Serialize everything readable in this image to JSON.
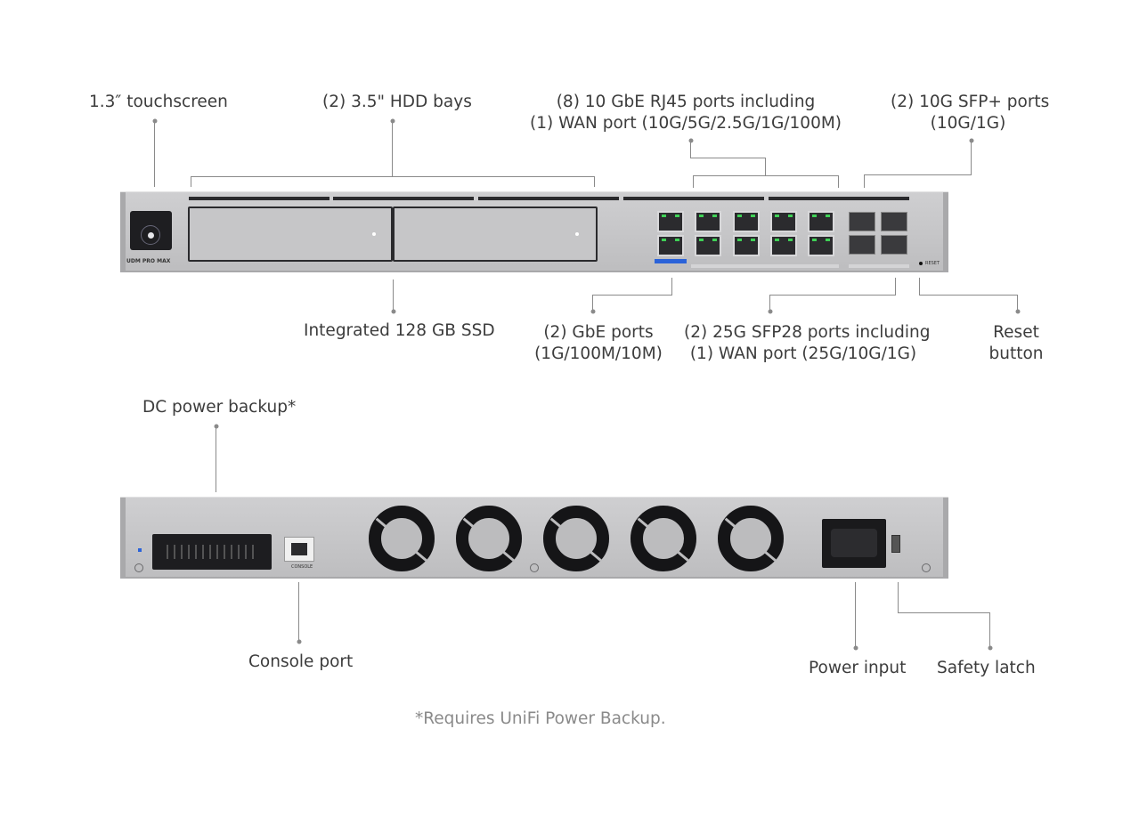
{
  "front_labels": {
    "touchscreen": "1.3″ touchscreen",
    "hdd_bays": "(2) 3.5\" HDD bays",
    "rj45_line1": "(8) 10 GbE RJ45 ports including",
    "rj45_line2": "(1) WAN port (10G/5G/2.5G/1G/100M)",
    "sfp_plus_line1": "(2) 10G SFP+ ports",
    "sfp_plus_line2": "(10G/1G)",
    "ssd": "Integrated 128 GB SSD",
    "gbe_line1": "(2) GbE ports",
    "gbe_line2": "(1G/100M/10M)",
    "sfp28_line1": "(2) 25G SFP28 ports including",
    "sfp28_line2": "(1) WAN port (25G/10G/1G)",
    "reset_line1": "Reset",
    "reset_line2": "button"
  },
  "rear_labels": {
    "dc_power": "DC power backup*",
    "console": "Console port",
    "power_input": "Power input",
    "safety_latch": "Safety latch"
  },
  "footnote": "*Requires UniFi Power Backup.",
  "device_text": {
    "model": "UDM PRO MAX",
    "reset": "RESET",
    "console": "CONSOLE"
  },
  "colors": {
    "chassis": "#c6c6c8",
    "port_led": "#3fd156",
    "dark": "#1e1e21",
    "leader": "#8a8a8a"
  }
}
